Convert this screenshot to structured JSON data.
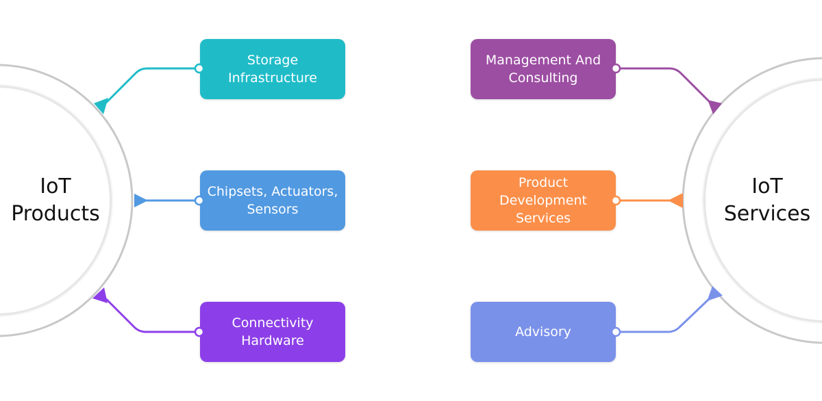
{
  "hubs": {
    "left": {
      "line1": "IoT",
      "line2": "Products"
    },
    "right": {
      "line1": "IoT",
      "line2": "Services"
    }
  },
  "left_items": [
    {
      "label": "Storage Infrastructure",
      "color": "#1fbcc8"
    },
    {
      "label": "Chipsets, Actuators, Sensors",
      "color": "#5199e1"
    },
    {
      "label": "Connectivity Hardware",
      "color": "#8c3fe8"
    }
  ],
  "right_items": [
    {
      "label": "Management And Consulting",
      "color": "#9c4ea2"
    },
    {
      "label": "Product Development Services",
      "color": "#fb8f4a"
    },
    {
      "label": "Advisory",
      "color": "#7a91ea"
    }
  ],
  "colors": {
    "ring": "#c8c8c8",
    "background": "#ffffff"
  }
}
